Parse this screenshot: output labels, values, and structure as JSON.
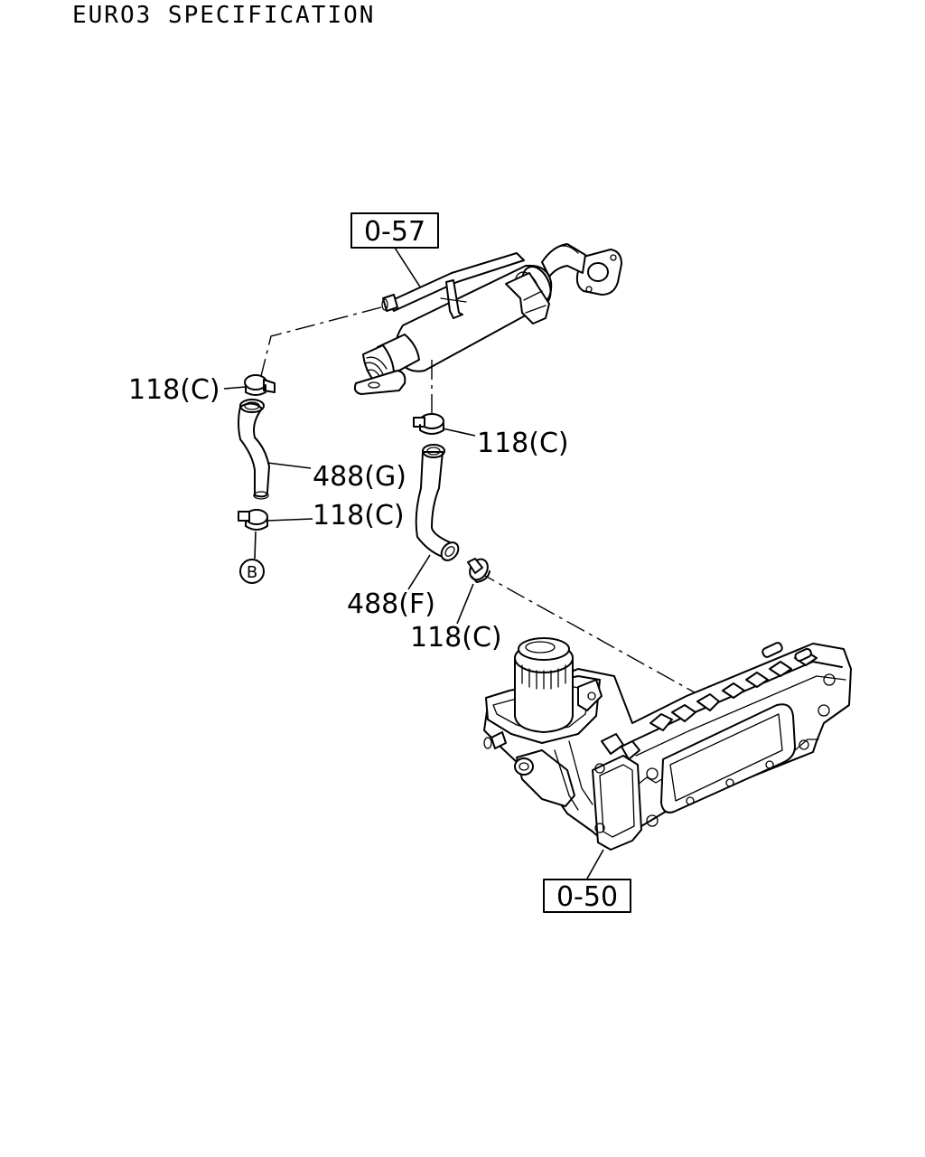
{
  "header": {
    "title": "EURO3 SPECIFICATION"
  },
  "diagram": {
    "refs": {
      "egr_cooler": "0-57",
      "oil_cooler": "0-50"
    },
    "callouts": {
      "clamp_top_left": "118(C)",
      "clamp_top_right": "118(C)",
      "clamp_bottom_left": "118(C)",
      "clamp_bottom_right": "118(C)",
      "hose_g": "488(G)",
      "hose_f": "488(F)"
    },
    "connector": "B"
  }
}
